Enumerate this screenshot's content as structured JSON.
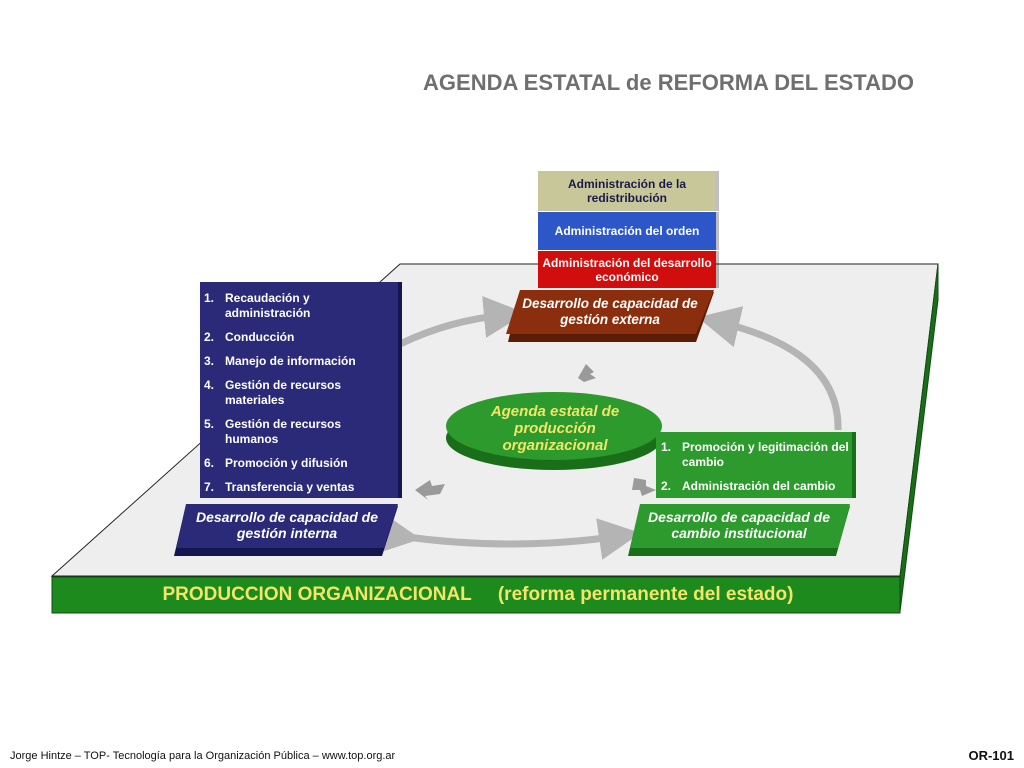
{
  "title": "AGENDA ESTATAL de REFORMA DEL ESTADO",
  "stack": {
    "redistribucion": "Administración de la redistribución",
    "orden": "Administración del orden",
    "economico": "Administración del desarrollo económico"
  },
  "externa": {
    "label": "Desarrollo de capacidad de gestión externa"
  },
  "center": {
    "label": "Agenda estatal de producción organizacional"
  },
  "interna": {
    "label": "Desarrollo de capacidad de gestión interna",
    "items": [
      {
        "num": "1.",
        "text": "Recaudación y administración"
      },
      {
        "num": "2.",
        "text": "Conducción"
      },
      {
        "num": "3.",
        "text": "Manejo de información"
      },
      {
        "num": "4.",
        "text": "Gestión de recursos materiales"
      },
      {
        "num": "5.",
        "text": "Gestión de recursos humanos"
      },
      {
        "num": "6.",
        "text": "Promoción y difusión"
      },
      {
        "num": "7.",
        "text": "Transferencia y ventas"
      }
    ]
  },
  "cambio": {
    "label": "Desarrollo de capacidad de cambio institucional",
    "items": [
      {
        "num": "1.",
        "text": "Promoción y legitimación del cambio"
      },
      {
        "num": "2.",
        "text": "Administración del cambio"
      }
    ]
  },
  "band": {
    "main": "PRODUCCION ORGANIZACIONAL",
    "sub": "(reforma permanente del estado)"
  },
  "footer": "Jorge Hintze – TOP- Tecnología para la Organización Pública – www.top.org.ar",
  "code": "OR-101",
  "colors": {
    "navy": "#2a2a78",
    "green": "#2c9a2c",
    "brown": "#8a2e0e",
    "band_green": "#1c8a1c",
    "title_gray": "#6f6f6f",
    "text_yellow": "#f3e56a"
  }
}
